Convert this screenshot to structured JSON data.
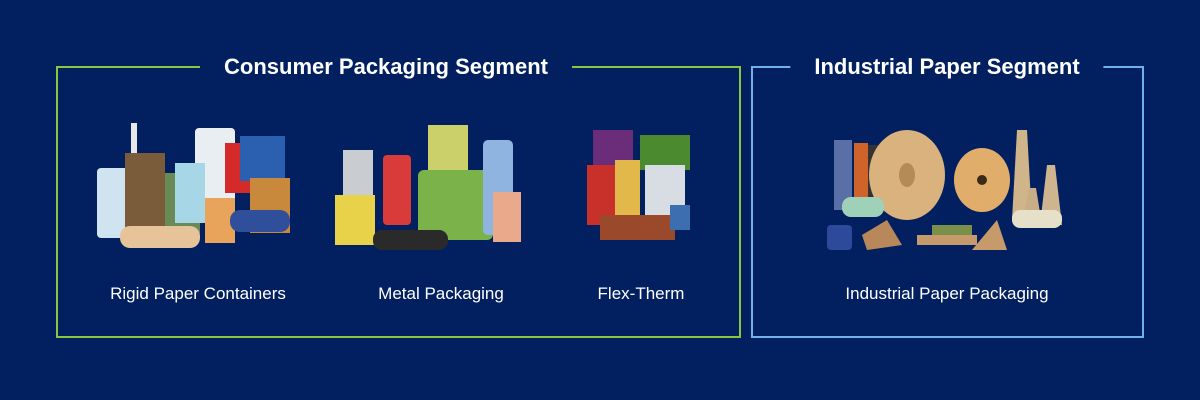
{
  "segments": [
    {
      "title": "Consumer Packaging Segment",
      "border_color": "#8cc63f",
      "products": [
        {
          "label": "Rigid Paper Containers"
        },
        {
          "label": "Metal Packaging"
        },
        {
          "label": "Flex-Therm"
        }
      ]
    },
    {
      "title": "Industrial Paper Segment",
      "border_color": "#6fb1e8",
      "products": [
        {
          "label": "Industrial Paper Packaging"
        }
      ]
    }
  ],
  "background_color": "#022060"
}
